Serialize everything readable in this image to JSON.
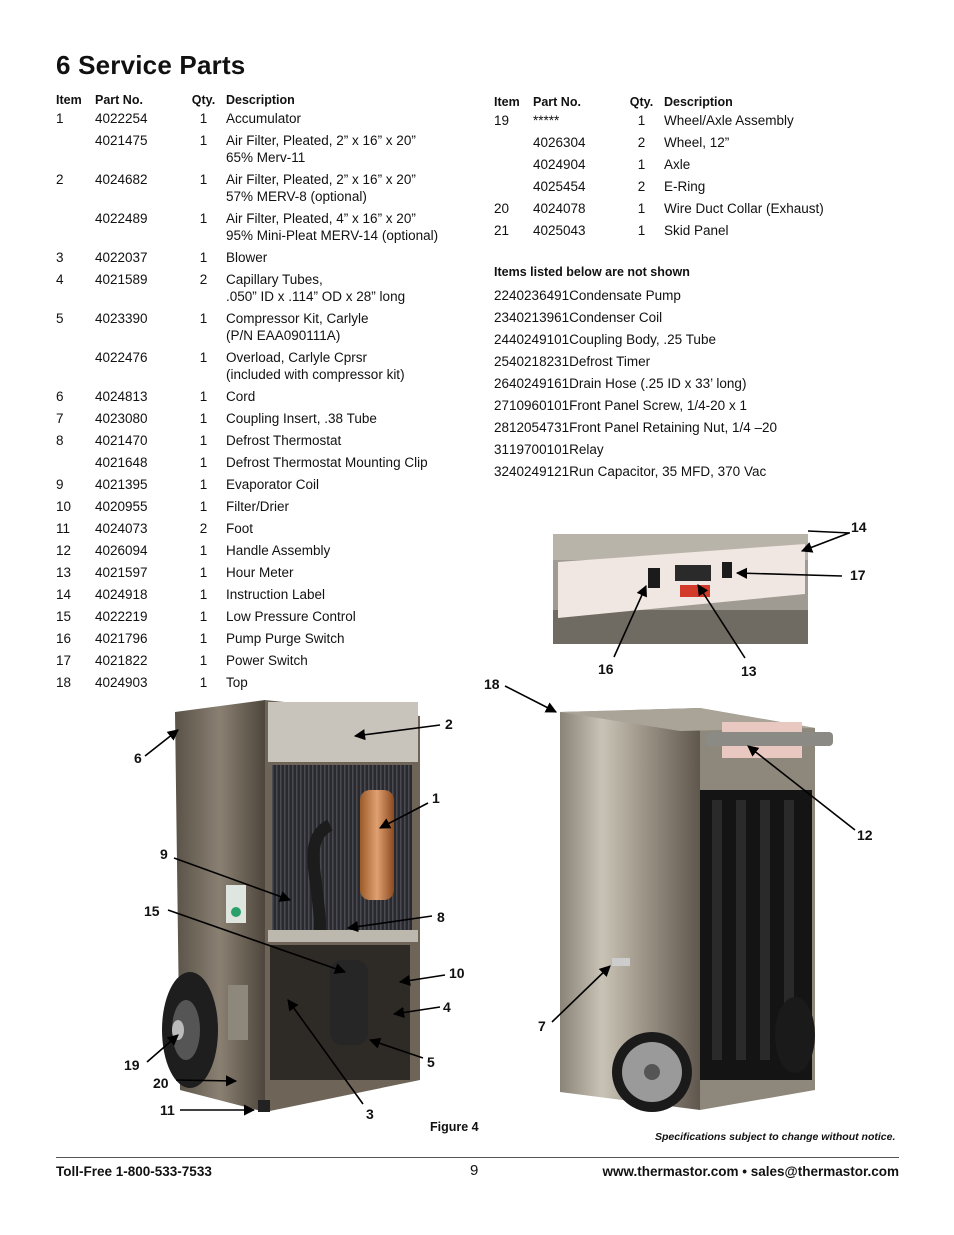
{
  "page_title": "6 Service Parts",
  "table_headers": {
    "item": "Item",
    "part_no": "Part No.",
    "qty": "Qty.",
    "description": "Description"
  },
  "left_rows": [
    {
      "item": "1",
      "part": "4022254",
      "qty": "1",
      "desc": [
        "Accumulator"
      ]
    },
    {
      "item": "",
      "part": "4021475",
      "qty": "1",
      "desc": [
        "Air Filter, Pleated, 2” x 16” x 20”",
        "65% Merv-11"
      ]
    },
    {
      "item": "2",
      "part": "4024682",
      "qty": "1",
      "desc": [
        "Air Filter, Pleated, 2” x 16” x 20”",
        "57% MERV-8 (optional)"
      ]
    },
    {
      "item": "",
      "part": "4022489",
      "qty": "1",
      "desc": [
        "Air Filter, Pleated, 4” x 16” x 20”",
        "95% Mini-Pleat MERV-14 (optional)"
      ]
    },
    {
      "item": "3",
      "part": "4022037",
      "qty": "1",
      "desc": [
        "Blower"
      ]
    },
    {
      "item": "4",
      "part": "4021589",
      "qty": "2",
      "desc": [
        "Capillary Tubes,",
        ".050” ID x .114” OD x 28” long"
      ]
    },
    {
      "item": "5",
      "part": "4023390",
      "qty": "1",
      "desc": [
        "Compressor Kit, Carlyle",
        "(P/N EAA090111A)"
      ]
    },
    {
      "item": "",
      "part": "4022476",
      "qty": "1",
      "desc": [
        "Overload, Carlyle Cprsr",
        "(included with compressor kit)"
      ]
    },
    {
      "item": "6",
      "part": "4024813",
      "qty": "1",
      "desc": [
        "Cord"
      ]
    },
    {
      "item": "7",
      "part": "4023080",
      "qty": "1",
      "desc": [
        "Coupling Insert, .38 Tube"
      ]
    },
    {
      "item": "8",
      "part": "4021470",
      "qty": "1",
      "desc": [
        "Defrost Thermostat"
      ]
    },
    {
      "item": "",
      "part": "4021648",
      "qty": "1",
      "desc": [
        "Defrost Thermostat Mounting Clip"
      ]
    },
    {
      "item": "9",
      "part": "4021395",
      "qty": "1",
      "desc": [
        "Evaporator Coil"
      ]
    },
    {
      "item": "10",
      "part": "4020955",
      "qty": "1",
      "desc": [
        "Filter/Drier"
      ]
    },
    {
      "item": "11",
      "part": "4024073",
      "qty": "2",
      "desc": [
        "Foot"
      ]
    },
    {
      "item": "12",
      "part": "4026094",
      "qty": "1",
      "desc": [
        "Handle Assembly"
      ]
    },
    {
      "item": "13",
      "part": "4021597",
      "qty": "1",
      "desc": [
        "Hour Meter"
      ]
    },
    {
      "item": "14",
      "part": "4024918",
      "qty": "1",
      "desc": [
        "Instruction Label"
      ]
    },
    {
      "item": "15",
      "part": "4022219",
      "qty": "1",
      "desc": [
        "Low Pressure Control"
      ]
    },
    {
      "item": "16",
      "part": "4021796",
      "qty": "1",
      "desc": [
        "Pump Purge Switch"
      ]
    },
    {
      "item": "17",
      "part": "4021822",
      "qty": "1",
      "desc": [
        "Power Switch"
      ]
    },
    {
      "item": "18",
      "part": "4024903",
      "qty": "1",
      "desc": [
        "Top"
      ]
    }
  ],
  "right_rows": [
    {
      "item": "19",
      "part": "*****",
      "qty": "1",
      "desc": [
        "Wheel/Axle Assembly"
      ]
    },
    {
      "item": "",
      "part": "4026304",
      "qty": "2",
      "desc": [
        "Wheel, 12”"
      ]
    },
    {
      "item": "",
      "part": "4024904",
      "qty": "1",
      "desc": [
        "Axle"
      ]
    },
    {
      "item": "",
      "part": "4025454",
      "qty": "2",
      "desc": [
        "E-Ring"
      ]
    },
    {
      "item": "20",
      "part": "4024078",
      "qty": "1",
      "desc": [
        "Wire Duct Collar (Exhaust)"
      ]
    },
    {
      "item": "21",
      "part": "4025043",
      "qty": "1",
      "desc": [
        "Skid Panel"
      ]
    }
  ],
  "not_shown_heading": "Items listed below are not shown",
  "not_shown_rows": [
    {
      "item": "22",
      "part": "4023649",
      "qty": "1",
      "desc": [
        "Condensate Pump"
      ]
    },
    {
      "item": "23",
      "part": "4021396",
      "qty": "1",
      "desc": [
        "Condenser Coil"
      ]
    },
    {
      "item": "24",
      "part": "4024910",
      "qty": "1",
      "desc": [
        "Coupling Body, .25 Tube"
      ]
    },
    {
      "item": "25",
      "part": "4021823",
      "qty": "1",
      "desc": [
        "Defrost Timer"
      ]
    },
    {
      "item": "26",
      "part": "4024916",
      "qty": "1",
      "desc": [
        "Drain Hose (.25 ID x 33’ long)"
      ]
    },
    {
      "item": "27",
      "part": "1096010",
      "qty": "1",
      "desc": [
        "Front Panel Screw, 1/4-20 x 1"
      ]
    },
    {
      "item": "28",
      "part": "1205473",
      "qty": "1",
      "desc": [
        "Front Panel Retaining Nut, 1/4 –20"
      ]
    },
    {
      "item": "31",
      "part": "1970010",
      "qty": "1",
      "desc": [
        "Relay"
      ]
    },
    {
      "item": "32",
      "part": "4024912",
      "qty": "1",
      "desc": [
        "Run Capacitor, 35 MFD, 370 Vac"
      ]
    }
  ],
  "callouts": {
    "c1": "1",
    "c2": "2",
    "c3": "3",
    "c4": "4",
    "c5": "5",
    "c6": "6",
    "c7": "7",
    "c8": "8",
    "c9": "9",
    "c10": "10",
    "c11": "11",
    "c12": "12",
    "c13": "13",
    "c14": "14",
    "c15": "15",
    "c16": "16",
    "c17": "17",
    "c18": "18",
    "c19": "19",
    "c20": "20"
  },
  "figure_caption": "Figure 4",
  "disclaimer": "Specifications subject to change without notice.",
  "footer": {
    "phone": "Toll-Free 1-800-533-7533",
    "page_number": "9",
    "contact": "www.thermastor.com • sales@thermastor.com"
  }
}
